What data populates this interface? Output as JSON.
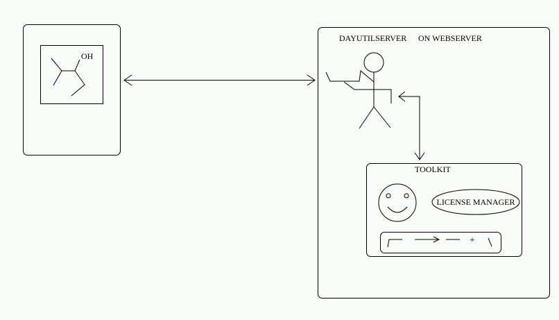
{
  "client_device": {
    "molecule": {
      "oh_label": "OH"
    }
  },
  "webserver": {
    "title": "DAYUTILSERVER",
    "subtitle": "ON WEBSERVER"
  },
  "toolkit": {
    "title": "TOOLKIT",
    "license_manager_label": "LICENSE MANAGER",
    "toolbar_plus_glyph": "+"
  },
  "colors": {
    "background": "#f8fcf8",
    "stroke": "#000000"
  }
}
